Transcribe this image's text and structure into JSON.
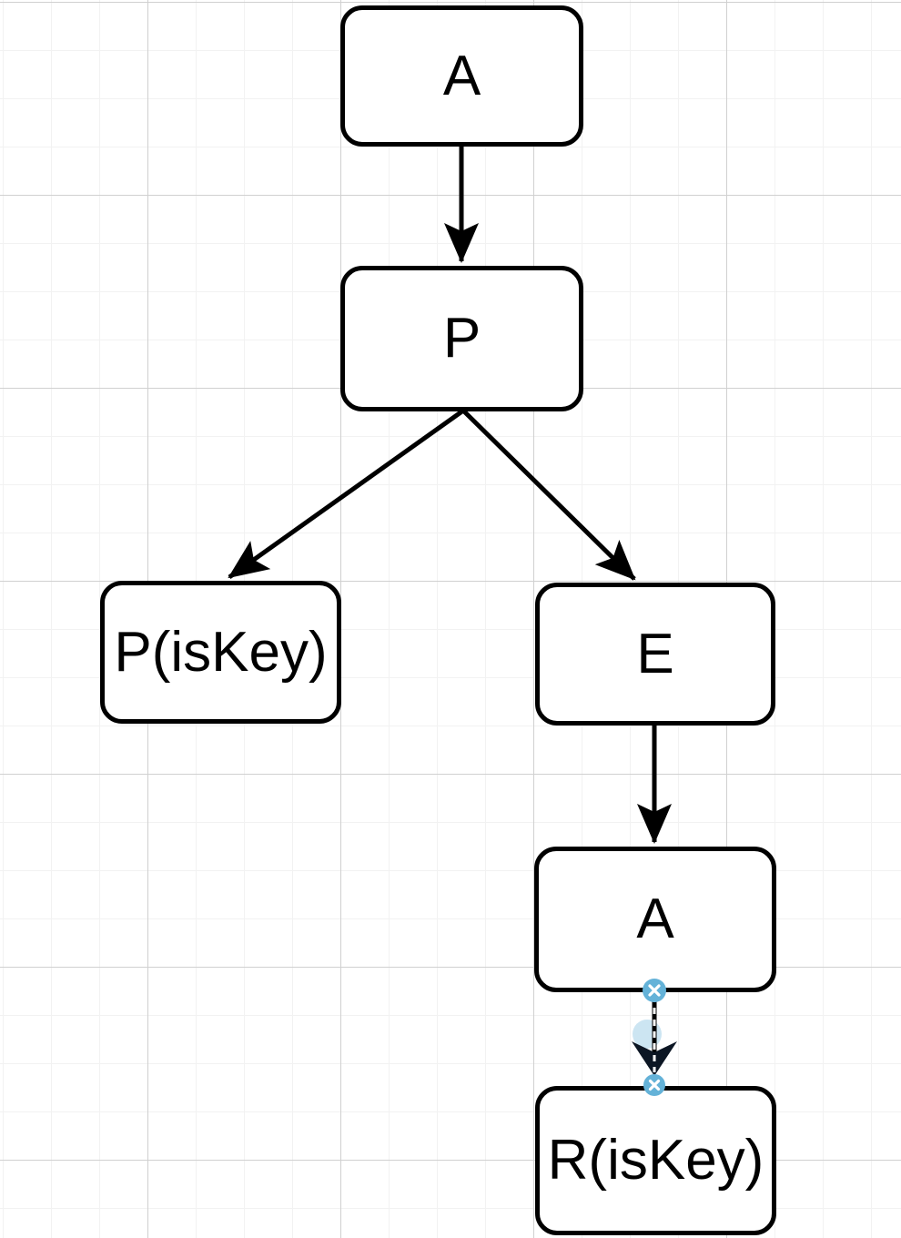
{
  "diagram": {
    "nodes": [
      {
        "id": "a-top",
        "label": "A"
      },
      {
        "id": "p",
        "label": "P"
      },
      {
        "id": "p-iskey",
        "label": "P(isKey)"
      },
      {
        "id": "e",
        "label": "E"
      },
      {
        "id": "a-mid",
        "label": "A"
      },
      {
        "id": "r-iskey",
        "label": "R(isKey)"
      }
    ],
    "edges": [
      {
        "from": "A",
        "to": "P",
        "style": "solid-arrow"
      },
      {
        "from": "P",
        "to": "P(isKey)",
        "style": "solid-arrow"
      },
      {
        "from": "P",
        "to": "E",
        "style": "solid-arrow"
      },
      {
        "from": "E",
        "to": "A",
        "style": "solid-arrow"
      },
      {
        "from": "A",
        "to": "R(isKey)",
        "style": "selected-dashed-arrow"
      }
    ],
    "colors": {
      "node_fill": "#ffffff",
      "node_border": "#000000",
      "edge": "#000000",
      "selected_edge": "#0c1624",
      "selection_handle": "#64b2d8",
      "selection_halo": "#8fc6e2",
      "grid_minor": "#f2f2f2",
      "grid_major": "#d0d0d0",
      "background": "#ffffff"
    }
  }
}
